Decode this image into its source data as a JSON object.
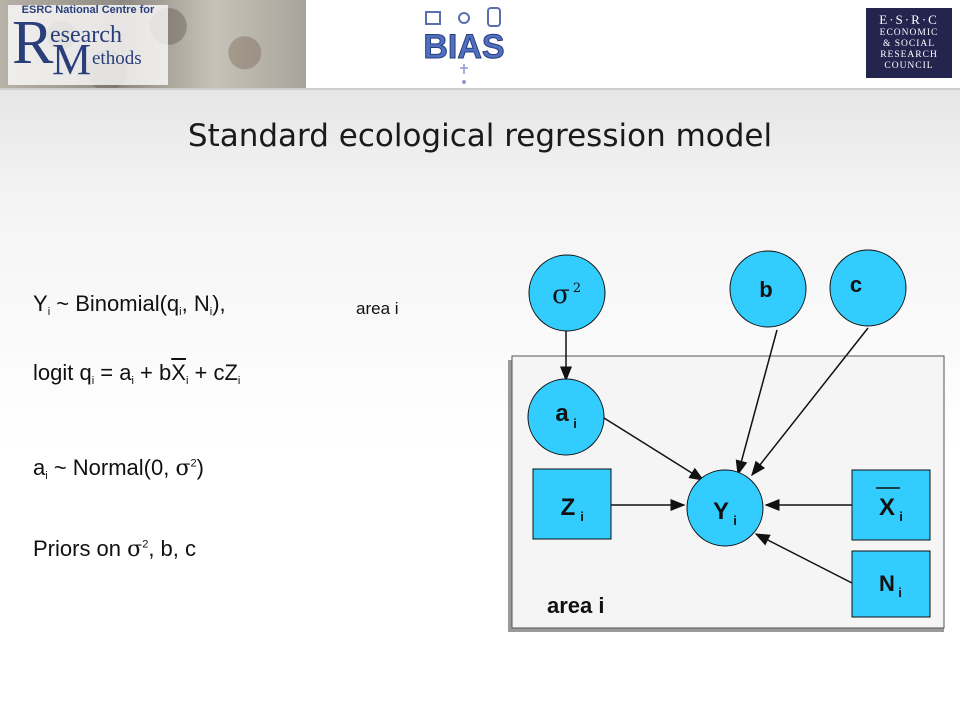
{
  "header": {
    "left_logo": {
      "top_line": "ESRC National Centre for",
      "initial_r": "R",
      "word_research": "esearch",
      "initial_m": "M",
      "word_methods": "ethods"
    },
    "bias_logo": "BIAS",
    "esrc_logo": {
      "line1": "E·S·R·C",
      "line2": "ECONOMIC",
      "line3": "& SOCIAL",
      "line4": "RESEARCH",
      "line5": "COUNCIL"
    }
  },
  "title": "Standard ecological regression model",
  "equations": {
    "eq1": {
      "y": "Y",
      "sub_i": "i",
      "mid": " ~ Binomial(q",
      "sub_i2": "i",
      "comma": ", N",
      "sub_i3": "i",
      "end": "),"
    },
    "eq1_note": "area i",
    "eq2": {
      "a": "logit q",
      "s1": "i",
      "b": " = a",
      "s2": "i",
      "c": " + b",
      "x": "X",
      "s3": "i",
      "d": " + cZ",
      "s4": "i"
    },
    "eq3": {
      "a": "a",
      "s1": "i",
      "b": " ~ Normal(0, ",
      "sigma": "σ",
      "sup": "2",
      "c": ")"
    },
    "eq4": {
      "a": "Priors on ",
      "sigma": "σ",
      "sup": "2",
      "b": ", ",
      "c": "b, c"
    }
  },
  "diagram": {
    "colors": {
      "node_fill": "#33ccff",
      "node_stroke": "#111111",
      "plate_fill": "#f5f5f5",
      "plate_stroke": "#555555"
    },
    "nodes": {
      "sigma2": {
        "label": "σ",
        "sup": "2"
      },
      "b": {
        "label": "b"
      },
      "c": {
        "label": "c"
      },
      "a": {
        "label": "a",
        "sub": "i"
      },
      "y": {
        "label": "Y",
        "sub": "i"
      },
      "z": {
        "label": "Z",
        "sub": "i"
      },
      "x": {
        "label": "X",
        "sub": "i"
      },
      "n": {
        "label": "N",
        "sub": "i"
      }
    },
    "plate_label": "area i"
  }
}
